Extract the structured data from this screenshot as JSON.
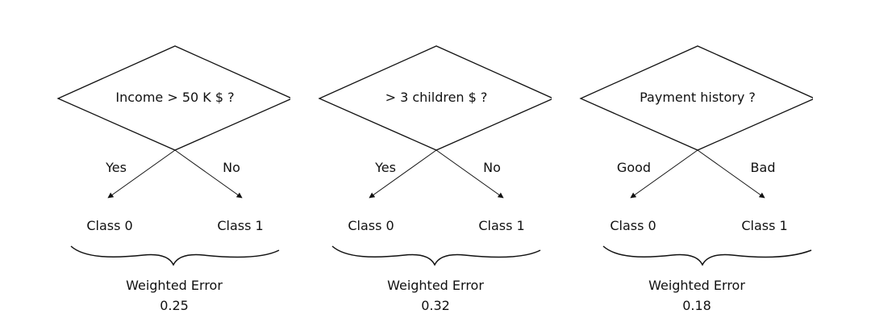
{
  "stumps": [
    {
      "question": "Income > 50 K $ ?",
      "left_edge": "Yes",
      "right_edge": "No",
      "left_class": "Class 0",
      "right_class": "Class 1",
      "error_label": "Weighted Error",
      "error_value": "0.25"
    },
    {
      "question": "> 3 children $ ?",
      "left_edge": "Yes",
      "right_edge": "No",
      "left_class": "Class 0",
      "right_class": "Class 1",
      "error_label": "Weighted Error",
      "error_value": "0.32"
    },
    {
      "question": "Payment history ?",
      "left_edge": "Good",
      "right_edge": "Bad",
      "left_class": "Class 0",
      "right_class": "Class 1",
      "error_label": "Weighted Error",
      "error_value": "0.18"
    }
  ],
  "colors": {
    "stroke": "#111111",
    "background": "#ffffff"
  }
}
